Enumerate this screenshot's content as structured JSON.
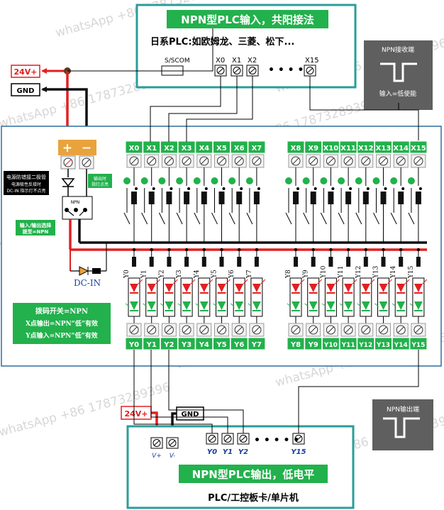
{
  "top_box": {
    "title": "NPN型PLC输入，共阳接法",
    "subtitle": "日系PLC:如欧姆龙、三菱、松下...",
    "com_label": "S/SCOM",
    "terminals": [
      "X0",
      "X1",
      "X2",
      "X15"
    ],
    "dots": "• • • •"
  },
  "npn_receive": {
    "title": "NPN接收端",
    "caption": "输入=低使能"
  },
  "npn_output": {
    "title": "NPN输出端"
  },
  "power_top": {
    "v24": "24V+",
    "gnd": "GND"
  },
  "board": {
    "plus": "+",
    "minus": "−",
    "protect_text": [
      "电源防错接二极管",
      "电源极性反接时",
      "DC-IN 指示灯不点亮"
    ],
    "npn_label": "NPN",
    "io_select": [
      "输入/输出选择",
      "拨至=NPN"
    ],
    "indicator_note": [
      "输出时",
      "指灯点亮"
    ],
    "dc_in": "DC-IN",
    "x_labels": [
      "X0",
      "X1",
      "X2",
      "X3",
      "X4",
      "X5",
      "X6",
      "X7",
      "X8",
      "X9",
      "X10",
      "X11",
      "X12",
      "X13",
      "X14",
      "X15"
    ],
    "y_labels": [
      "Y0",
      "Y1",
      "Y2",
      "Y3",
      "Y4",
      "Y5",
      "Y6",
      "Y7",
      "Y8",
      "Y9",
      "Y10",
      "Y11",
      "Y12",
      "Y13",
      "Y14",
      "Y15"
    ],
    "dip_info": [
      "拨码开关=NPN",
      "X点输出=NPN“低”有效",
      "Y点输入=NPN“低”有效"
    ]
  },
  "power_bottom": {
    "v24": "24V+",
    "gnd": "GND",
    "vplus": "V+",
    "vminus": "V-"
  },
  "bottom_box": {
    "title": "NPN型PLC输出，低电平",
    "subtitle": "PLC/工控板卡/单片机",
    "terminals": [
      "Y0",
      "Y1",
      "Y2",
      "Y15"
    ],
    "dots": "• • • • •"
  },
  "watermark": "whatsApp +86 17873289396",
  "colors": {
    "green": "#22b14c",
    "teal": "#2a9d9a",
    "red": "#e02020",
    "dark": "#222222",
    "panel": "#5f5f5f"
  }
}
